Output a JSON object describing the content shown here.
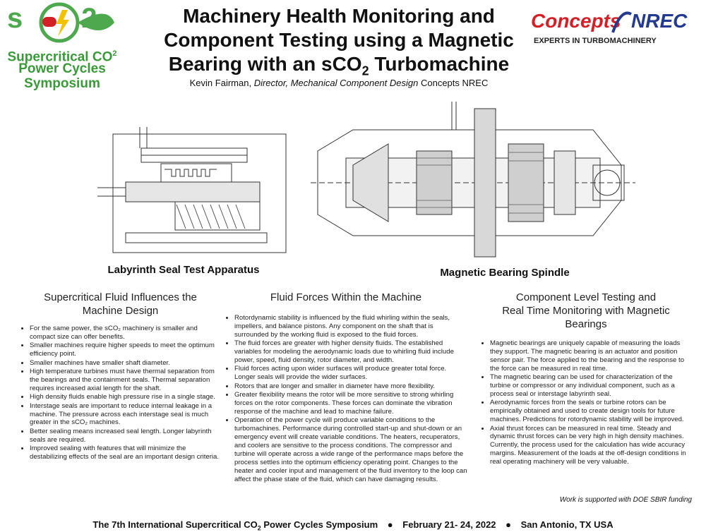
{
  "logo_left": {
    "mark": "sCO2",
    "line1": "Supercritical CO",
    "line1_sub": "2",
    "line2": "Power Cycles",
    "line3": "Symposium",
    "colors": {
      "green": "#4ea84e",
      "red": "#d32027",
      "yellow": "#f2c200"
    }
  },
  "title": {
    "line1": "Machinery Health Monitoring and",
    "line2": "Component Testing using a Magnetic",
    "line3_pre": "Bearing with an sCO",
    "line3_sub": "2",
    "line3_post": " Turbomachine"
  },
  "author": {
    "name": "Kevin Fairman, ",
    "role": "Director, Mechanical Component Design",
    "org": "  Concepts NREC"
  },
  "logo_right": {
    "word1": "Concepts",
    "word2": "NREC",
    "tagline": "EXPERTS IN TURBOMACHINERY",
    "colors": {
      "red": "#d32027",
      "blue": "#233a8f"
    }
  },
  "figures": {
    "left_caption": "Labyrinth Seal Test Apparatus",
    "right_caption": "Magnetic Bearing Spindle"
  },
  "columns": [
    {
      "heading_line1": "Supercritical Fluid Influences the",
      "heading_line2": "Machine Design",
      "bullets": [
        "For the same power, the sCO₂ machinery is smaller and compact size can offer benefits.",
        "Smaller machines require higher speeds to meet the optimum efficiency point.",
        "Smaller machines have smaller shaft diameter.",
        "High temperature turbines must have thermal separation from the bearings and the containment seals. Thermal separation requires increased axial length for the shaft.",
        "High density fluids enable high pressure rise in a single stage.",
        "Interstage seals are important to reduce internal leakage in a machine. The pressure across each interstage seal is much greater in the sCO₂ machines.",
        "Better sealing means increased seal length. Longer labyrinth seals are required.",
        "Improved sealing with features that will minimize the destabilizing effects of the seal  are an important  design criteria."
      ]
    },
    {
      "heading_line1": "Fluid Forces Within the Machine",
      "heading_line2": "",
      "bullets": [
        "Rotordynamic stability is influenced by the fluid whirling within the seals, impellers, and balance pistons. Any component on the shaft that is surrounded by the working fluid is exposed to the fluid forces.",
        "The fluid forces are greater with higher density fluids. The established variables for modeling the aerodynamic loads due to whirling fluid include power, speed, fluid density,  rotor diameter, and width.",
        "Fluid forces acting upon wider surfaces will produce greater total force. Longer seals will provide the wider surfaces.",
        "Rotors that are longer and smaller in diameter have more flexibility.",
        "Greater flexibility means the rotor will be more sensitive to strong whirling forces on the rotor components. These forces can dominate the vibration response of the machine and lead to machine failure.",
        "Operation of the power cycle  will produce variable conditions to the turbomachines.  Performance during controlled start-up and shut-down or an emergency event will create variable conditions. The heaters, recuperators, and coolers are sensitive to the process conditions. The compressor and turbine will operate across a wide range of the performance maps before the process settles into the optimum efficiency operating point. Changes to the heater and cooler input and management of the fluid inventory to the loop can affect the phase state of the fluid, which can have damaging results."
      ]
    },
    {
      "heading_line1": "Component Level Testing and",
      "heading_line2": "Real Time Monitoring with Magnetic Bearings",
      "bullets": [
        "Magnetic bearings are uniquely capable of measuring the loads they support. The magnetic bearing is an actuator and position sensor pair. The force applied to the bearing and the response to the force can be measured in real time.",
        "The magnetic bearing can be used for characterization of the turbine or compressor or any individual component, such as a process seal or interstage labyrinth seal.",
        "Aerodynamic forces from the seals or turbine rotors can be empirically obtained and used to create design tools for future machines.  Predictions for rotordynamic stability will be improved.",
        "Axial thrust forces can be measured in real time. Steady and dynamic thrust forces can be very high in high density machines. Currently, the process used for the calculation has wide accuracy margins. Measurement of the loads at the off-design conditions in real operating machinery will be very valuable."
      ]
    }
  ],
  "funding_note": "Work is supported with DOE SBIR funding",
  "footer": {
    "event_pre": "The 7th International Supercritical CO",
    "event_sub": "2",
    "event_post": " Power Cycles Symposium",
    "dates": "February 21- 24, 2022",
    "location": "San Antonio, TX  USA"
  }
}
